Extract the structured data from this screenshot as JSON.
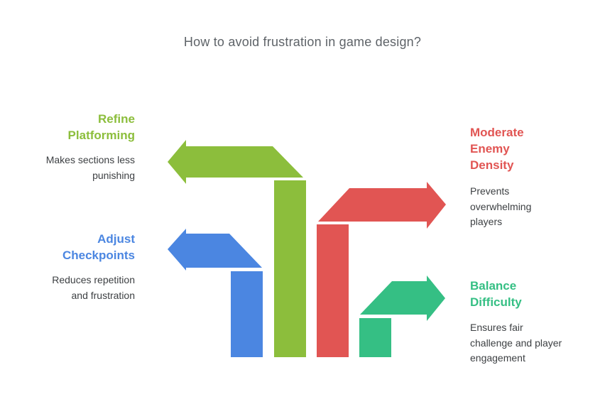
{
  "title": "How to avoid frustration in game design?",
  "palette": {
    "background": "#ffffff",
    "title_text": "#5e6368",
    "body_text": "#3d4043"
  },
  "items": [
    {
      "id": "refine-platforming",
      "heading": "Refine\nPlatforming",
      "description": "Makes sections less\npunishing",
      "color": "#8cbe3c",
      "side": "left",
      "arrow_direction": "left"
    },
    {
      "id": "moderate-enemy-density",
      "heading": "Moderate\nEnemy\nDensity",
      "description": "Prevents\noverwhelming\nplayers",
      "color": "#e15553",
      "side": "right",
      "arrow_direction": "right"
    },
    {
      "id": "adjust-checkpoints",
      "heading": "Adjust\nCheckpoints",
      "description": "Reduces repetition\nand frustration",
      "color": "#4b86e1",
      "side": "left",
      "arrow_direction": "left"
    },
    {
      "id": "balance-difficulty",
      "heading": "Balance\nDifficulty",
      "description": "Ensures fair\nchallenge and player\nengagement",
      "color": "#35bf84",
      "side": "right",
      "arrow_direction": "right"
    }
  ]
}
